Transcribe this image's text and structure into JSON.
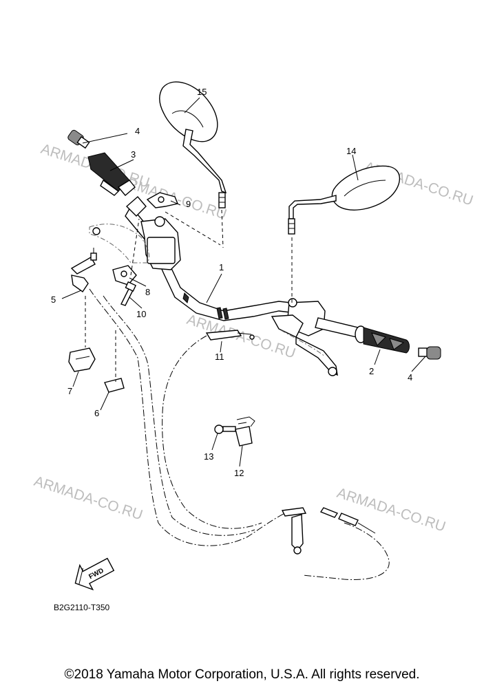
{
  "watermarks": [
    "ARMADA-CO.RU",
    "ARMADA-CO.RU",
    "ARMADA-CO.RU",
    "ARMADA-CO.RU",
    "ARMADA-CO.RU",
    "ARMADA-CO.RU"
  ],
  "callouts": {
    "c1": "1",
    "c2": "2",
    "c3": "3",
    "c4a": "4",
    "c4b": "4",
    "c5": "5",
    "c6": "6",
    "c7": "7",
    "c8": "8",
    "c9": "9",
    "c10": "10",
    "c11": "11",
    "c12": "12",
    "c13": "13",
    "c14": "14",
    "c15": "15"
  },
  "fwd_label": "FWD",
  "diagram_code": "B2G2110-T350",
  "copyright": "©2018 Yamaha Motor Corporation, U.S.A. All rights reserved."
}
